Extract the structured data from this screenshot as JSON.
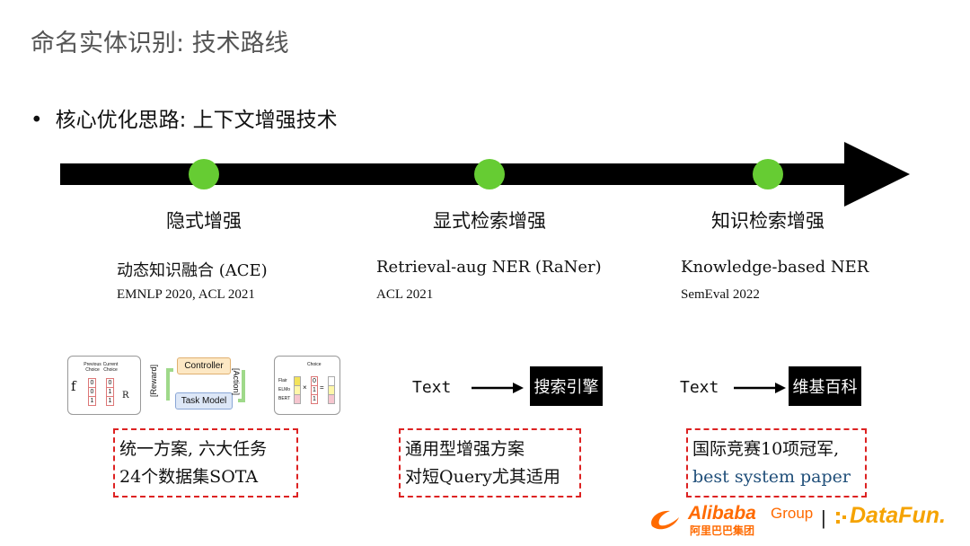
{
  "slide": {
    "title": "命名实体识别: 技术路线",
    "bullet": "核心优化思路: 上下文增强技术"
  },
  "colors": {
    "timeline": "#000000",
    "milestone": "#66cc33",
    "box_border": "#d22222",
    "link_text": "#1f4e79",
    "alibaba_orange": "#ff6a00",
    "datafun_orange": "#f5a300"
  },
  "columns": [
    {
      "heading": "隐式增强",
      "method": "动态知识融合 (ACE)",
      "venue": "EMNLP 2020, ACL 2021",
      "summary_line1": "统一方案, 六大任务",
      "summary_line2": "24个数据集SOTA"
    },
    {
      "heading": "显式检索增强",
      "method": "Retrieval-aug NER (RaNer)",
      "venue": "ACL 2021",
      "input": "Text",
      "target": "搜索引擎",
      "summary_line1": "通用型增强方案",
      "summary_line2": "对短Query尤其适用"
    },
    {
      "heading": "知识检索增强",
      "method": "Knowledge-based NER",
      "venue": "SemEval 2022",
      "input": "Text",
      "target": "维基百科",
      "summary_line1": "国际竞赛10项冠军,",
      "summary_line2": "best system paper"
    }
  ],
  "ace_diagram": {
    "left_headers": [
      "Previous",
      "Current",
      "Choice",
      "Choice"
    ],
    "left_f": "f",
    "left_r": "R",
    "left_prev": [
      "0",
      "0",
      "1"
    ],
    "left_curr": [
      "0",
      "1",
      "1"
    ],
    "reward": "[Reward]",
    "controller": "Controller",
    "task_model": "Task Model",
    "action": "[Action]",
    "right_header": "Choice",
    "embeddings": [
      "Flair",
      "ELMo",
      "BERT"
    ],
    "mask": [
      "0",
      "1",
      "1"
    ],
    "times": "×",
    "equals": "="
  },
  "logos": {
    "alibaba": "Alibaba",
    "group": "Group",
    "alibaba_cn": "阿里巴巴集团",
    "separator": "|",
    "datafun": "DataFun."
  }
}
